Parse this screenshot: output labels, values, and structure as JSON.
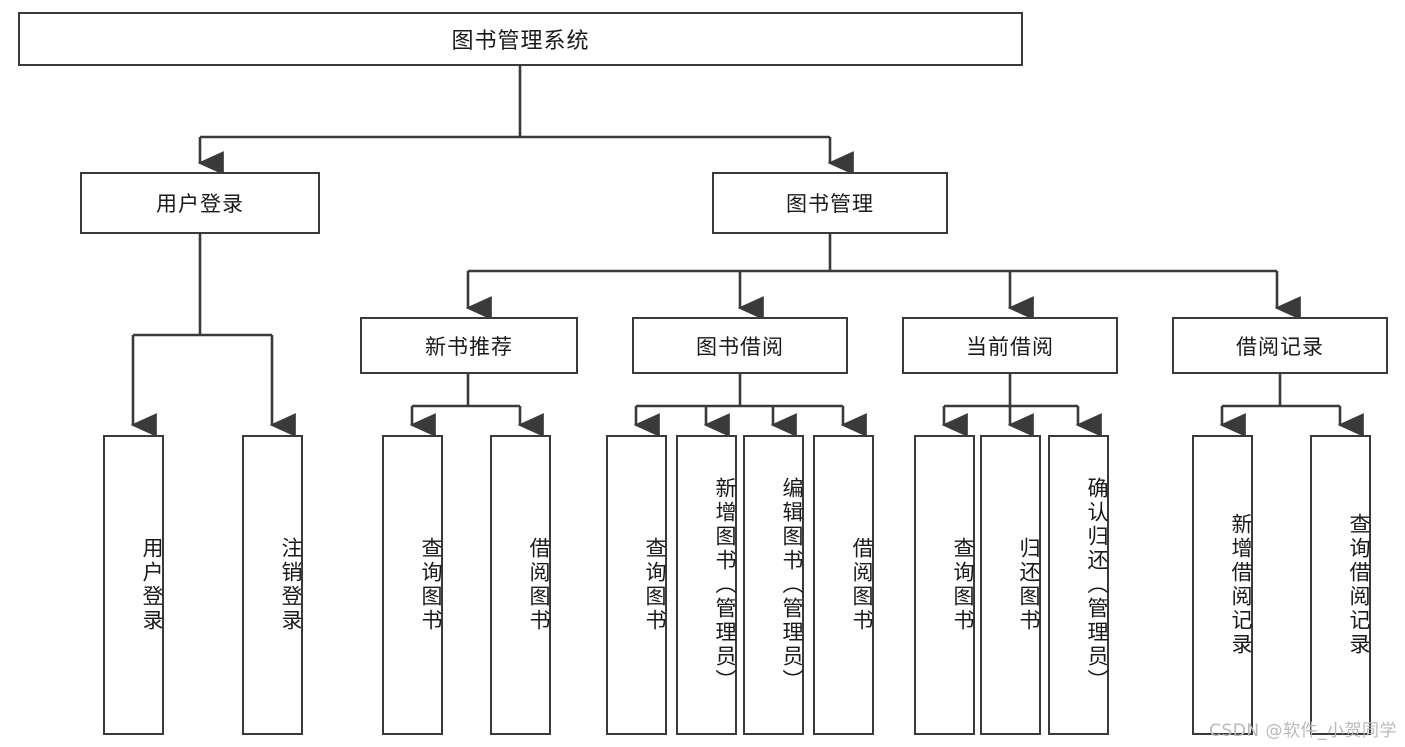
{
  "diagram": {
    "title": "图书管理系统",
    "type": "tree-hierarchy-diagram",
    "watermark": "CSDN @软件_小贺同学",
    "colors": {
      "box_border": "#3a3a3a",
      "box_fill": "#ffffff",
      "connector": "#3a3a3a",
      "text": "#1a1a1a",
      "watermark": "#b9b9b9",
      "background": "#ffffff"
    },
    "root": {
      "label": "图书管理系统"
    },
    "level2": [
      {
        "label": "用户登录"
      },
      {
        "label": "图书管理"
      }
    ],
    "level3": [
      {
        "label": "新书推荐"
      },
      {
        "label": "图书借阅"
      },
      {
        "label": "当前借阅"
      },
      {
        "label": "借阅记录"
      }
    ],
    "leaves": {
      "user_login": [
        {
          "label": "用户登录"
        },
        {
          "label": "注销登录"
        }
      ],
      "new_book_recommend": [
        {
          "label": "查询图书"
        },
        {
          "label": "借阅图书"
        }
      ],
      "book_borrow": [
        {
          "label": "查询图书"
        },
        {
          "label": "新增图书（管理员）"
        },
        {
          "label": "编辑图书（管理员）"
        },
        {
          "label": "借阅图书"
        }
      ],
      "current_borrow": [
        {
          "label": "查询图书"
        },
        {
          "label": "归还图书"
        },
        {
          "label": "确认归还（管理员）"
        }
      ],
      "borrow_record": [
        {
          "label": "新增借阅记录"
        },
        {
          "label": "查询借阅记录"
        }
      ]
    }
  }
}
